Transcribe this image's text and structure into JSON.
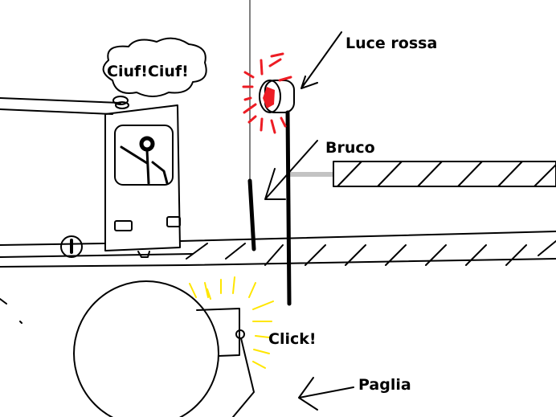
{
  "labels": {
    "speech": "Ciuf!Ciuf!",
    "red_light": "Luce rossa",
    "caterpillar": "Bruco",
    "click": "Click!",
    "straw": "Paglia"
  },
  "colors": {
    "light": "#ed1c24",
    "sparks": "#ffe600",
    "barrier_link": "#c3c3c3"
  }
}
